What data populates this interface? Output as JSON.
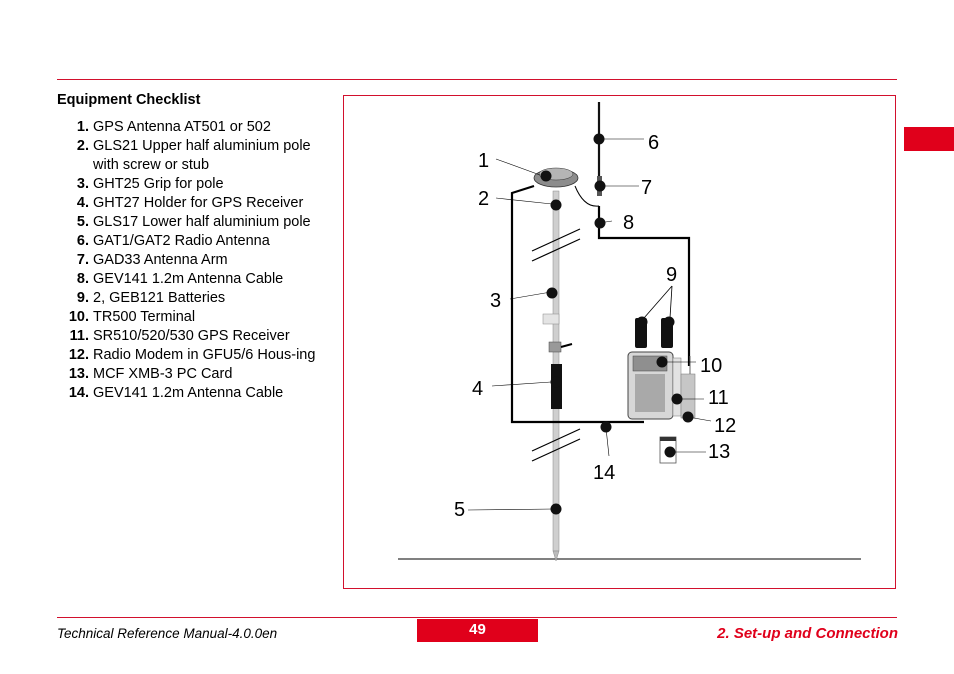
{
  "heading": "Equipment Checklist",
  "items": [
    {
      "num": "1.",
      "text": "GPS Antenna AT501 or 502"
    },
    {
      "num": "2.",
      "text": "GLS21 Upper half aluminium pole with screw or stub"
    },
    {
      "num": "3.",
      "text": "GHT25 Grip for pole"
    },
    {
      "num": "4.",
      "text": "GHT27 Holder for GPS Receiver"
    },
    {
      "num": "5.",
      "text": "GLS17 Lower half aluminium pole"
    },
    {
      "num": "6.",
      "text": "GAT1/GAT2 Radio Antenna"
    },
    {
      "num": "7.",
      "text": "GAD33 Antenna Arm"
    },
    {
      "num": "8.",
      "text": "GEV141 1.2m Antenna Cable"
    },
    {
      "num": "9.",
      "text": "2, GEB121 Batteries"
    },
    {
      "num": "10.",
      "text": "TR500 Terminal"
    },
    {
      "num": "11.",
      "text": "SR510/520/530 GPS Receiver"
    },
    {
      "num": "12.",
      "text": "Radio Modem in GFU5/6 Hous-ing"
    },
    {
      "num": "13.",
      "text": "MCF XMB-3 PC Card"
    },
    {
      "num": "14.",
      "text": "GEV141 1.2m Antenna Cable"
    }
  ],
  "figure": {
    "callouts": [
      "1",
      "2",
      "3",
      "4",
      "5",
      "6",
      "7",
      "8",
      "9",
      "10",
      "11",
      "12",
      "13",
      "14"
    ]
  },
  "footer": {
    "manual": "Technical Reference Manual-4.0.0en",
    "page": "49",
    "section": "2. Set-up and Connection"
  },
  "colors": {
    "accent": "#e0001b",
    "rule": "#d2102d"
  }
}
